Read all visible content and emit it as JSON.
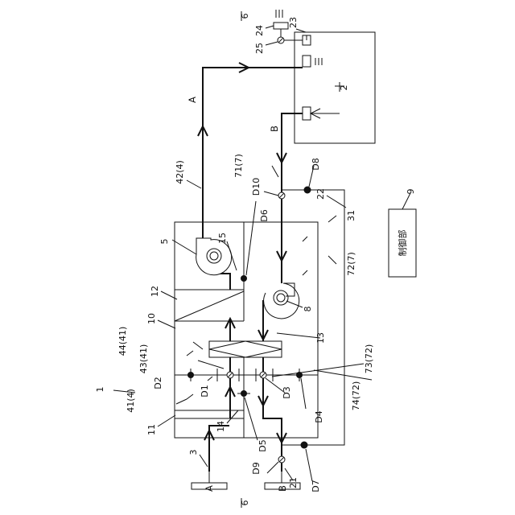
{
  "labels": {
    "system": "1",
    "room": "2",
    "duct_A_side": "3",
    "supply_duct": "42(4)",
    "fan_supply": "5",
    "outdoor_top": "6",
    "outdoor_bottom": "6",
    "fan_exhaust": "8",
    "controller_num": "9",
    "body": "10",
    "part11": "11",
    "part12": "12",
    "part13": "13",
    "part14": "14",
    "part15": "15",
    "port21": "21",
    "bypass22": "22",
    "part23": "23",
    "part24": "24",
    "part25": "25",
    "part31": "31",
    "p41_4": "41(4)",
    "p43_41": "43(41)",
    "p44_41": "44(41)",
    "p71_7": "71(7)",
    "p72_7": "72(7)",
    "p73_72": "73(72)",
    "p74_72": "74(72)",
    "d1": "D1",
    "d2": "D2",
    "d3": "D3",
    "d4": "D4",
    "d5": "D5",
    "d6": "D6",
    "d7": "D7",
    "d8": "D8",
    "d9": "D9",
    "d10": "D10",
    "flow_a_top": "A",
    "flow_b_top": "B",
    "flow_a_bottom": "A",
    "flow_b_bottom": "B"
  },
  "controller": {
    "label": "制御部"
  },
  "colors": {
    "line": "#111111",
    "background": "#ffffff"
  }
}
